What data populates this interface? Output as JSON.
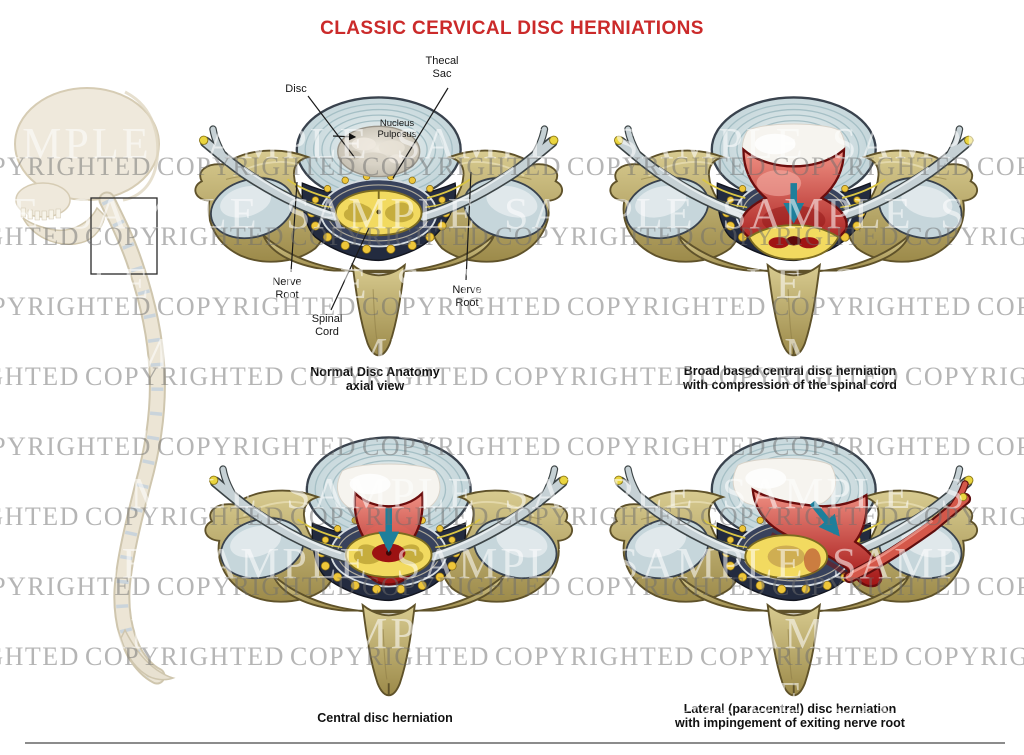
{
  "page": {
    "title": "CLASSIC CERVICAL DISC HERNIATIONS",
    "title_color": "#cb2a2a"
  },
  "watermarks": {
    "sample_text": "SAMPLE",
    "copyrighted_text": "COPYRIGHTED",
    "sample_color": "#ffffff",
    "copyrighted_color": "#6e6e6e"
  },
  "anatomy_labels": {
    "disc": "Disc",
    "thecal_sac": "Thecal Sac",
    "nucleus_pulposus": "Nucleus Pulposus",
    "nerve_root_left": "Nerve Root",
    "spinal_cord": "Spinal Cord",
    "nerve_root_right": "Nerve Root"
  },
  "panels": [
    {
      "id": "normal",
      "caption_line1": "Normal Disc Anatomy",
      "caption_line2": "axial view"
    },
    {
      "id": "broad",
      "caption_line1": "Broad based central disc herniation",
      "caption_line2": "with compression of the spinal cord"
    },
    {
      "id": "central",
      "caption_line1": "Central disc herniation",
      "caption_line2": ""
    },
    {
      "id": "lateral",
      "caption_line1": "Lateral (paracentral) disc herniation",
      "caption_line2": "with impingement of exiting nerve root"
    }
  ],
  "colors": {
    "herniation_arrow": "#1e7f9b",
    "herniated_disc": "#b82020",
    "spinal_cord": "#f2da60",
    "bone": "#b7a55e",
    "disc_annulus": "#c7d8dc",
    "inflamed_nerve": "#d4584a"
  }
}
